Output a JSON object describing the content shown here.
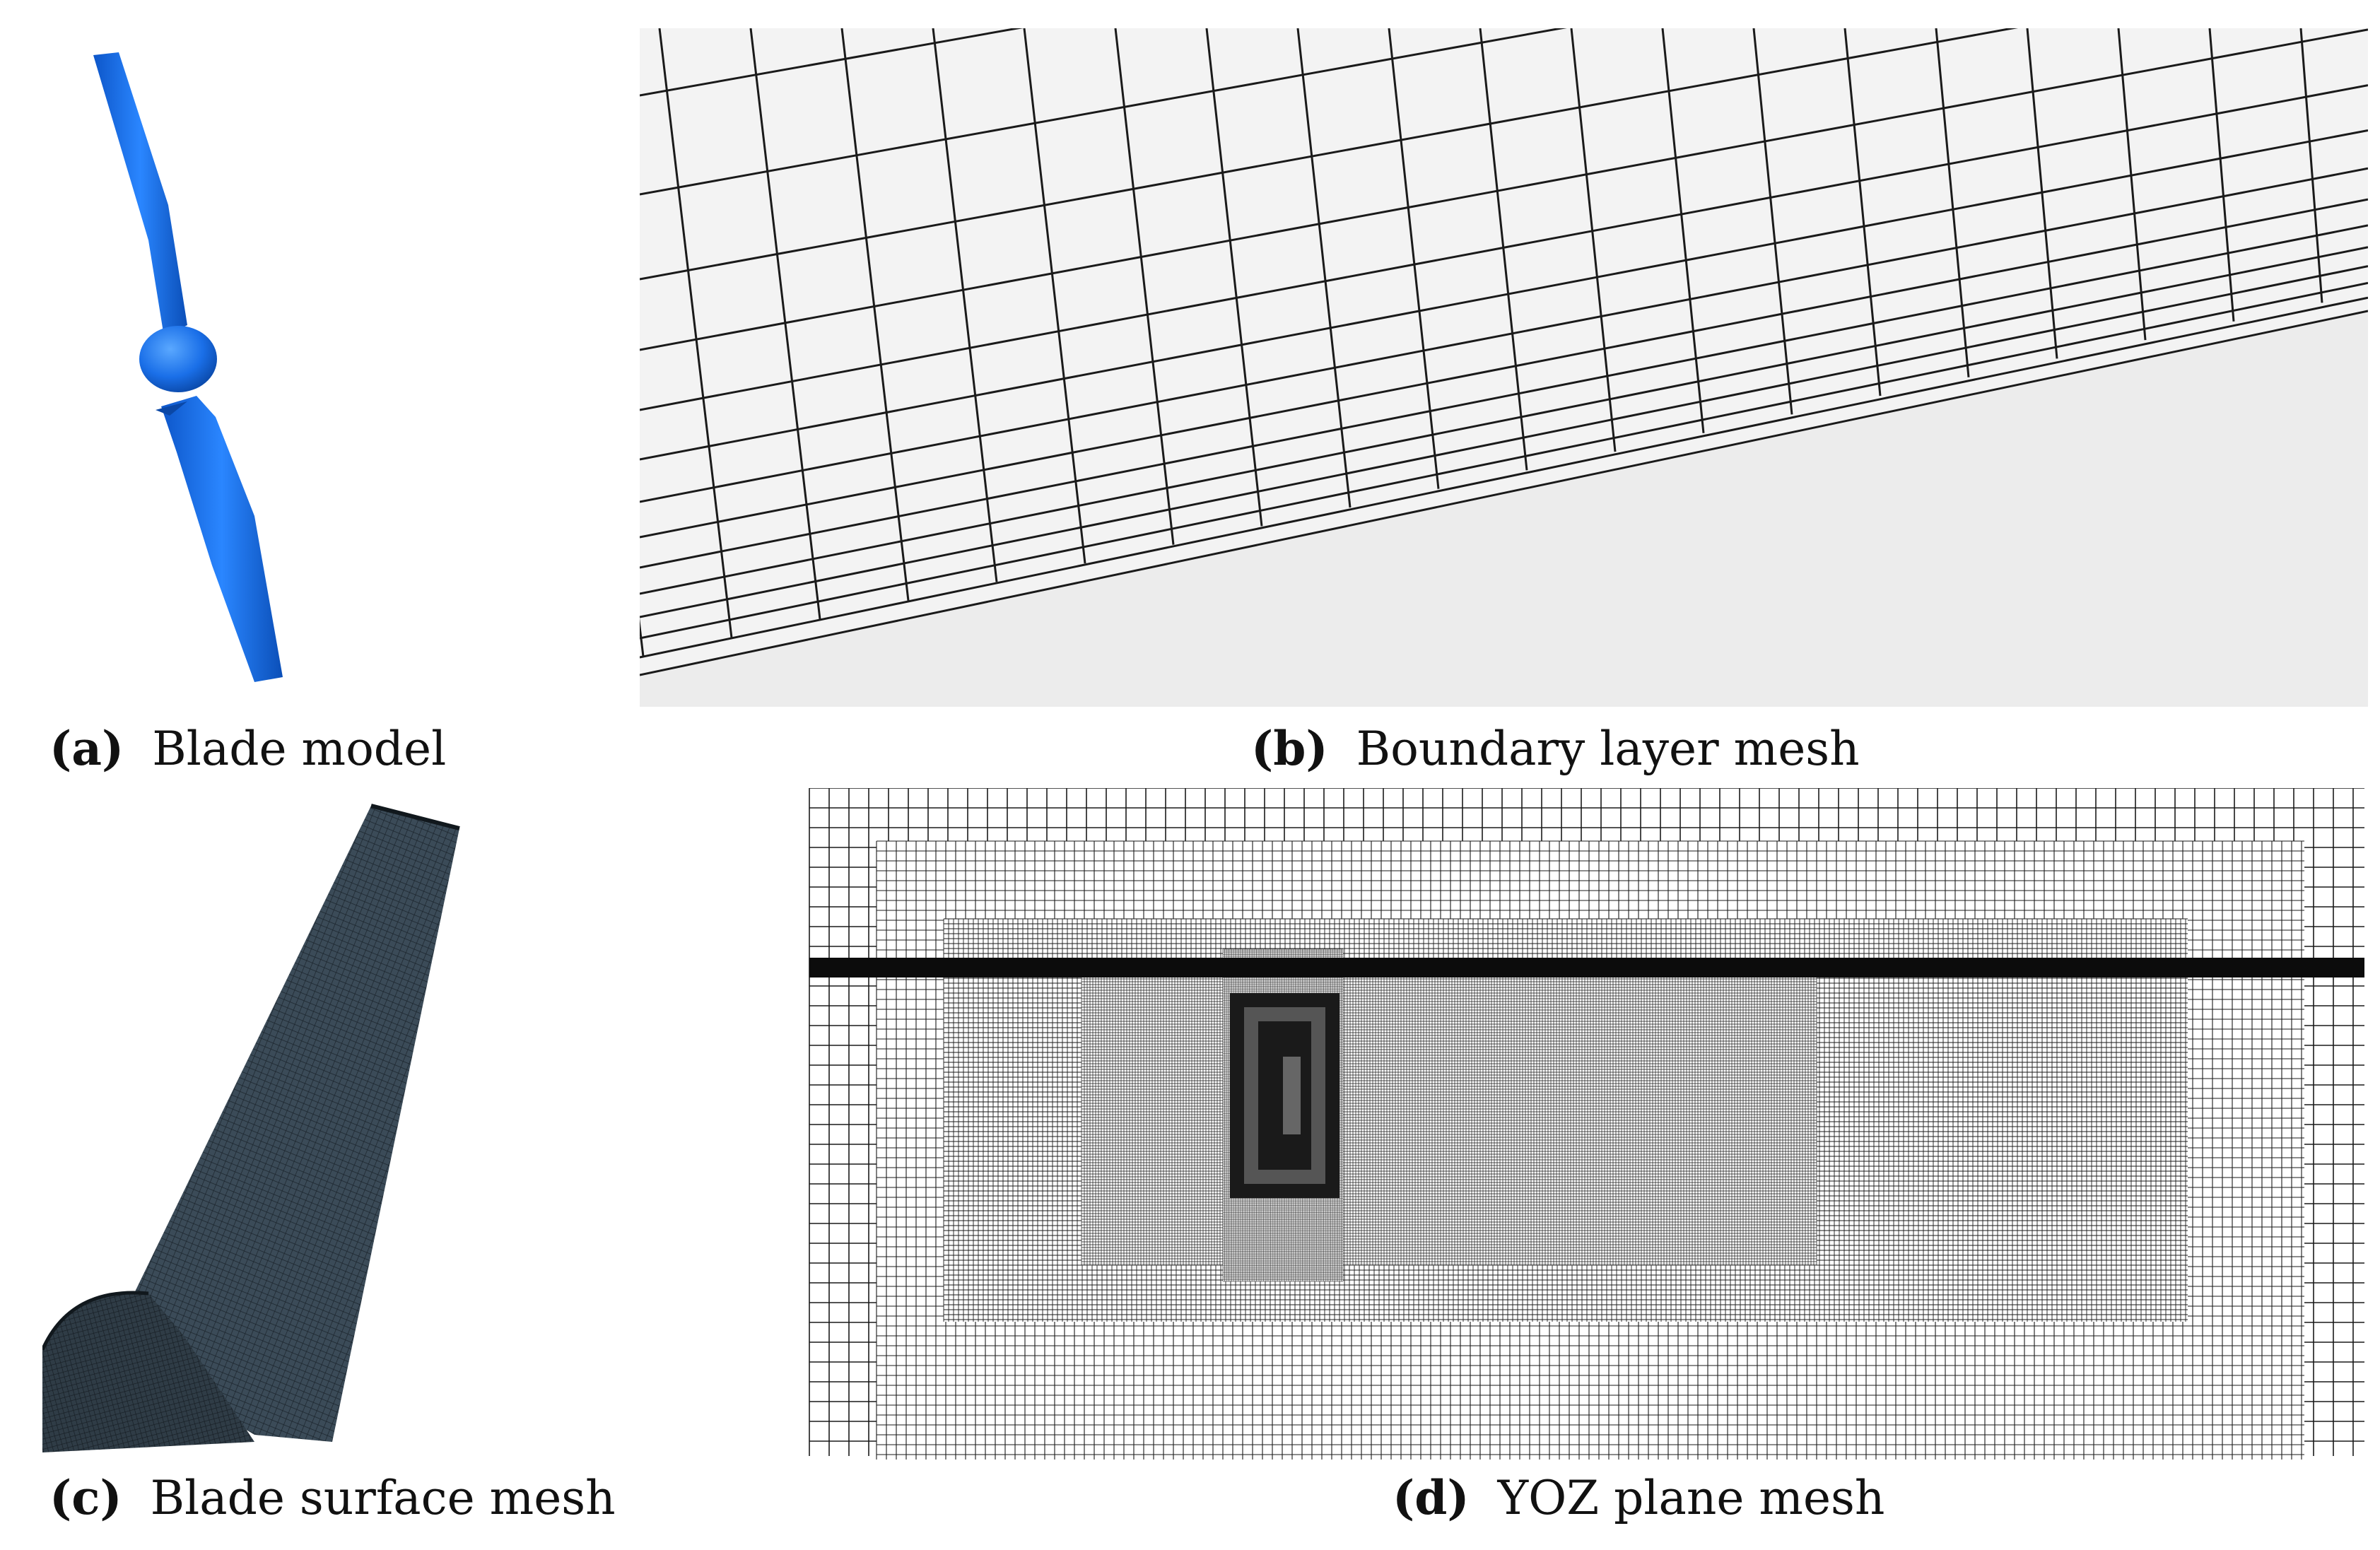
{
  "panels": [
    {
      "letter": "(a)",
      "title": "Blade model"
    },
    {
      "letter": "(b)",
      "title": "Boundary layer mesh"
    },
    {
      "letter": "(c)",
      "title": "Blade surface mesh"
    },
    {
      "letter": "(d)",
      "title": "YOZ plane mesh"
    }
  ],
  "colors": {
    "blade_blue": "#1a6fe8",
    "mesh_line": "#1a1a1a",
    "surface_mesh": "#2a3540",
    "background": "#ffffff"
  }
}
